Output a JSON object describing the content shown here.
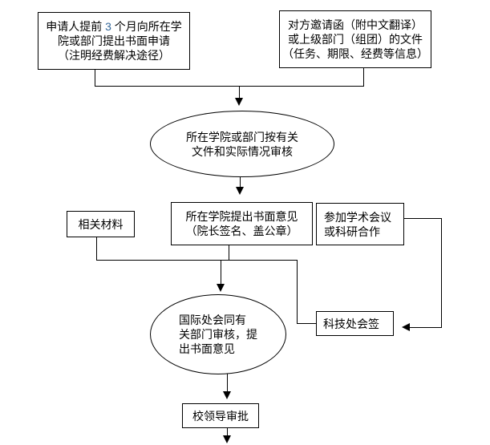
{
  "nodes": {
    "applicant_request": {
      "line1_prefix": "申请人提前 ",
      "line1_num": "3",
      "line1_suffix": " 个月向所在学",
      "line2": "院或部门提出书面申请",
      "line3": "（注明经费解决途径）"
    },
    "invitation_docs": {
      "line1": "对方邀请函（附中文翻译）",
      "line2": "或上级部门（组团）的文件",
      "line3": "（任务、期限、经费等信息）"
    },
    "college_review": {
      "line1": "所在学院或部门按有关",
      "line2": "文件和实际情况审核"
    },
    "related_materials": {
      "line1": "相关材料"
    },
    "college_opinion": {
      "line1": "所在学院提出书面意见",
      "line2": "（院长签名、盖公章）"
    },
    "academic_purpose": {
      "line1": "参加学术会议",
      "line2": "或科研合作"
    },
    "intl_office_review": {
      "line1": "国际处会同有",
      "line2": "关部门审核，提",
      "line3": "出书面意见"
    },
    "sci_tech_countersign": {
      "line1": "科技处会签"
    },
    "leader_approval": {
      "line1": "校领导审批"
    }
  },
  "flow_edges": [
    "applicant_request -> college_review",
    "invitation_docs -> college_review",
    "college_review -> college_opinion",
    "related_materials -> intl_office_review",
    "college_opinion -> intl_office_review",
    "college_opinion branch -> sci_tech_countersign",
    "academic_purpose -> sci_tech_countersign",
    "intl_office_review -> leader_approval",
    "leader_approval -> out"
  ],
  "colors": {
    "line": "#000000",
    "background": "#ffffff",
    "text": "#000000",
    "number_highlight": "#34679a"
  }
}
